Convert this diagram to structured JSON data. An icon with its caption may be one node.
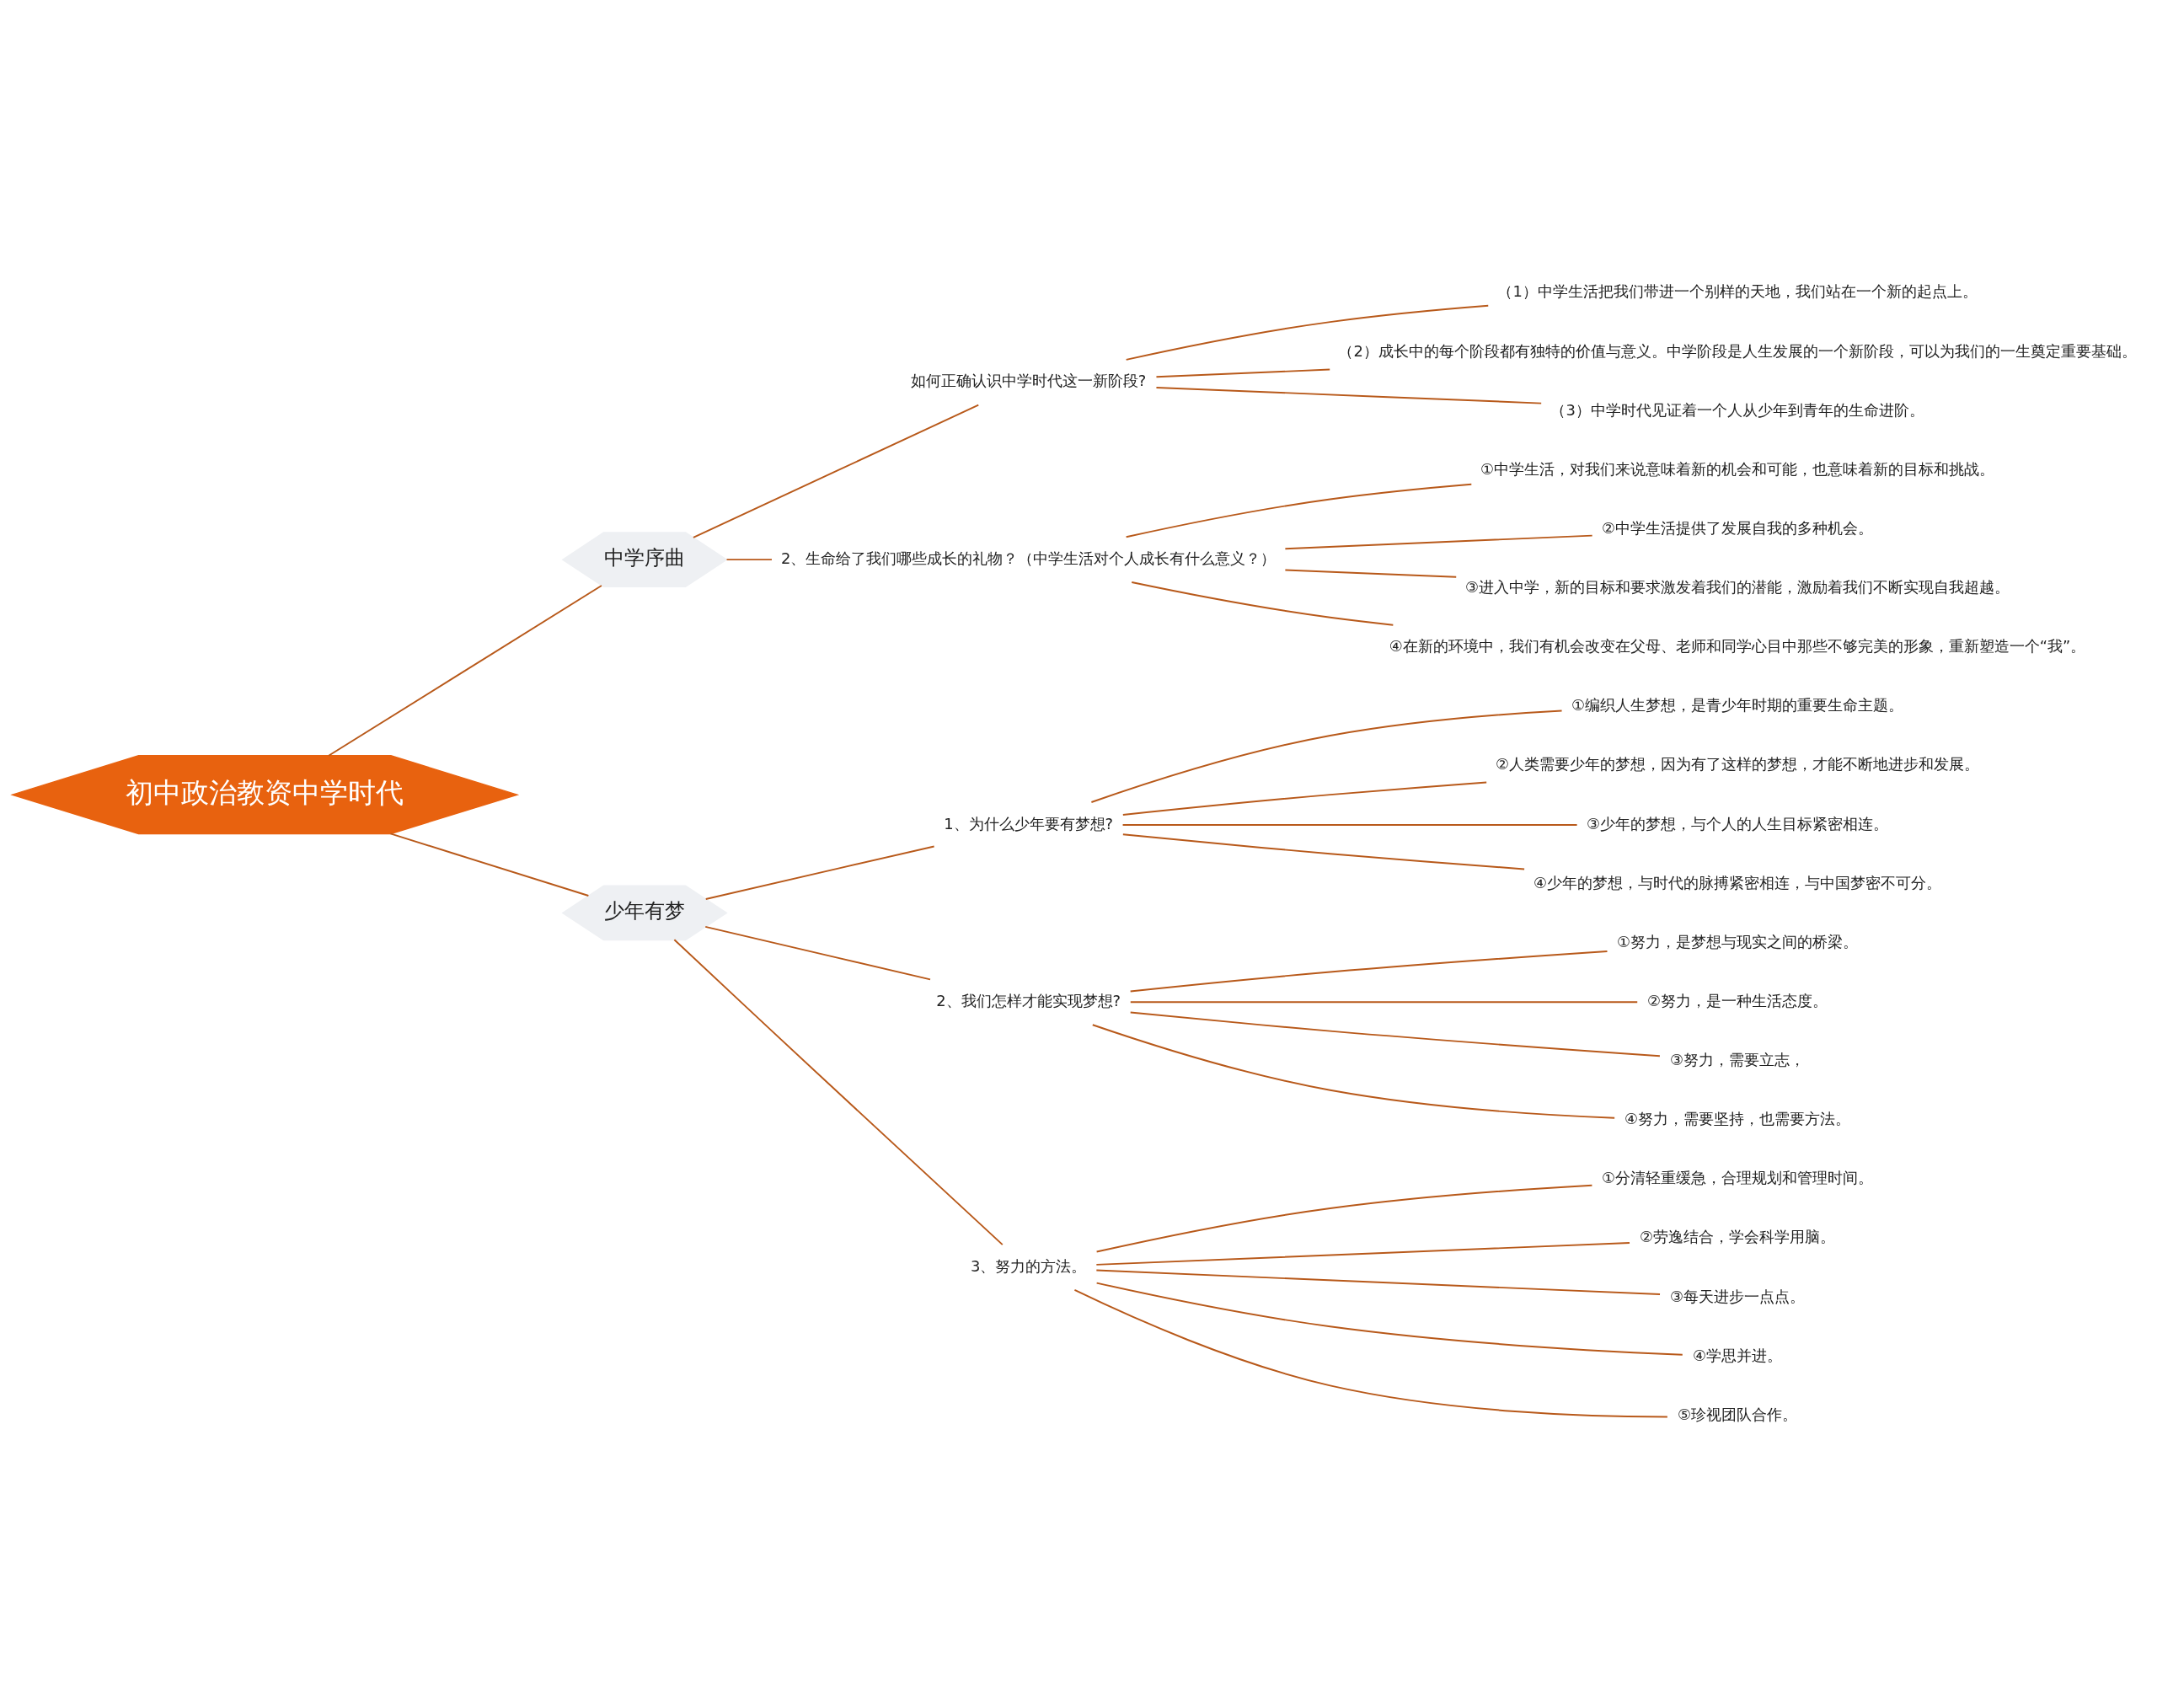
{
  "diagram": {
    "nodes": [
      {
        "text": [
          "初中政治教资中学时代"
        ]
      },
      {
        "text": [
          "中学序曲"
        ]
      },
      {
        "text": [
          "如何正确认识中学时代这一新阶段?"
        ]
      },
      {
        "text": [
          "（1）中学生活把我们带进一个别样的天地，我们站在一个新的起点上。"
        ]
      },
      {
        "text": [
          "（2）成长中的每个阶段都有独特的价值与意义。中学阶段是人生发展的一个新阶段，可以为我们的一生奠定重要基础。"
        ]
      },
      {
        "text": [
          "（3）中学时代见证着一个人从少年到青年的生命进阶。"
        ]
      },
      {
        "text": [
          "2、生命给了我们哪些成长的礼物？（中学生活对个人成长有什么意义？）"
        ]
      },
      {
        "text": [
          "①中学生活，对我们来说意味着新的机会和可能，也意味着新的目标和挑战。"
        ]
      },
      {
        "text": [
          "②中学生活提供了发展自我的多种机会。"
        ]
      },
      {
        "text": [
          "③进入中学，新的目标和要求激发着我们的潜能，激励着我们不断实现自我超越。"
        ]
      },
      {
        "text": [
          "④在新的环境中，我们有机会改变在父母、老师和同学心目中那些不够完美的形象，重新塑造一个“我”。"
        ]
      },
      {
        "text": [
          "少年有梦"
        ]
      },
      {
        "text": [
          "1、为什么少年要有梦想?"
        ]
      },
      {
        "text": [
          "①编织人生梦想，是青少年时期的重要生命主题。"
        ]
      },
      {
        "text": [
          "②人类需要少年的梦想，因为有了这样的梦想，才能不断地进步和发展。"
        ]
      },
      {
        "text": [
          "③少年的梦想，与个人的人生目标紧密相连。"
        ]
      },
      {
        "text": [
          "④少年的梦想，与时代的脉搏紧密相连，与中国梦密不可分。"
        ]
      },
      {
        "text": [
          "2、我们怎样才能实现梦想?"
        ]
      },
      {
        "text": [
          "①努力，是梦想与现实之间的桥梁。"
        ]
      },
      {
        "text": [
          "②努力，是一种生活态度。"
        ]
      },
      {
        "text": [
          "③努力，需要立志，"
        ]
      },
      {
        "text": [
          "④努力，需要坚持，也需要方法。"
        ]
      },
      {
        "text": [
          "3、努力的方法。"
        ]
      },
      {
        "text": [
          "①分清轻重缓急，合理规划和管理时间。"
        ]
      },
      {
        "text": [
          "②劳逸结合，学会科学用脑。"
        ]
      },
      {
        "text": [
          "③每天进步一点点。"
        ]
      },
      {
        "text": [
          "④学思并进。"
        ]
      },
      {
        "text": [
          "⑤珍视团队合作。"
        ]
      }
    ],
    "edges": [
      {
        "from": 0,
        "to": 1,
        "arrow": "none"
      },
      {
        "from": 1,
        "to": 2,
        "arrow": "none"
      },
      {
        "from": 2,
        "to": 3,
        "arrow": "none"
      },
      {
        "from": 2,
        "to": 4,
        "arrow": "none"
      },
      {
        "from": 2,
        "to": 5,
        "arrow": "none"
      },
      {
        "from": 1,
        "to": 6,
        "arrow": "none"
      },
      {
        "from": 6,
        "to": 7,
        "arrow": "none"
      },
      {
        "from": 6,
        "to": 8,
        "arrow": "none"
      },
      {
        "from": 6,
        "to": 9,
        "arrow": "none"
      },
      {
        "from": 6,
        "to": 10,
        "arrow": "none"
      },
      {
        "from": 0,
        "to": 11,
        "arrow": "none"
      },
      {
        "from": 11,
        "to": 12,
        "arrow": "none"
      },
      {
        "from": 12,
        "to": 13,
        "arrow": "none"
      },
      {
        "from": 12,
        "to": 14,
        "arrow": "none"
      },
      {
        "from": 12,
        "to": 15,
        "arrow": "none"
      },
      {
        "from": 12,
        "to": 16,
        "arrow": "none"
      },
      {
        "from": 11,
        "to": 17,
        "arrow": "none"
      },
      {
        "from": 17,
        "to": 18,
        "arrow": "none"
      },
      {
        "from": 17,
        "to": 19,
        "arrow": "none"
      },
      {
        "from": 17,
        "to": 20,
        "arrow": "none"
      },
      {
        "from": 17,
        "to": 21,
        "arrow": "none"
      },
      {
        "from": 11,
        "to": 22,
        "arrow": "none"
      },
      {
        "from": 22,
        "to": 23,
        "arrow": "none"
      },
      {
        "from": 22,
        "to": 24,
        "arrow": "none"
      },
      {
        "from": 22,
        "to": 25,
        "arrow": "none"
      },
      {
        "from": 22,
        "to": 26,
        "arrow": "none"
      },
      {
        "from": 22,
        "to": 27,
        "arrow": "none"
      }
    ]
  }
}
